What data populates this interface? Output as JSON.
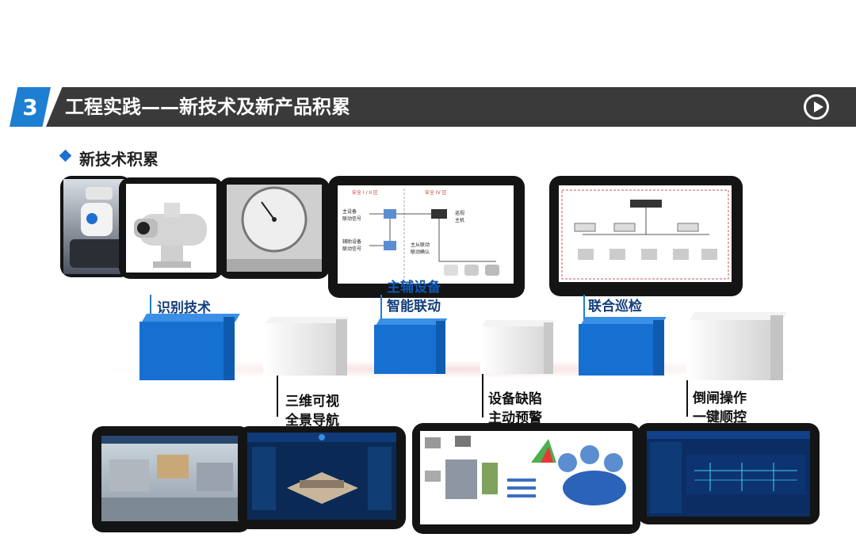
{
  "header": {
    "number": "3",
    "title": "工程实践——新技术及新产品积累"
  },
  "section": {
    "title": "新技术积累"
  },
  "labels": {
    "recognition": "识别技术",
    "linkage_line1": "主辅设备",
    "linkage_line2": "智能联动",
    "joint_patrol": "联合巡检",
    "nav_line1": "三维可视",
    "nav_line2": "全景导航",
    "warning_line1": "设备缺陷",
    "warning_line2": "主动预警",
    "switch_line1": "倒闸操作",
    "switch_line2": "一键顺控"
  },
  "diagram_linkage": {
    "zone1": "安全 I / II 区",
    "zone2": "安全 IV 区",
    "main_signal": "主设备\n联动信号",
    "aux_signal": "辅助设备\n联动信号",
    "host": "巡视\n主机",
    "confirm": "主从联动\n联动确认"
  },
  "colors": {
    "accent": "#1d7fd2",
    "header_bg": "#3a3a3a",
    "cube_blue": "#1670d2",
    "cube_white": "#e8e8e8",
    "label_blue": "#123e7c"
  }
}
